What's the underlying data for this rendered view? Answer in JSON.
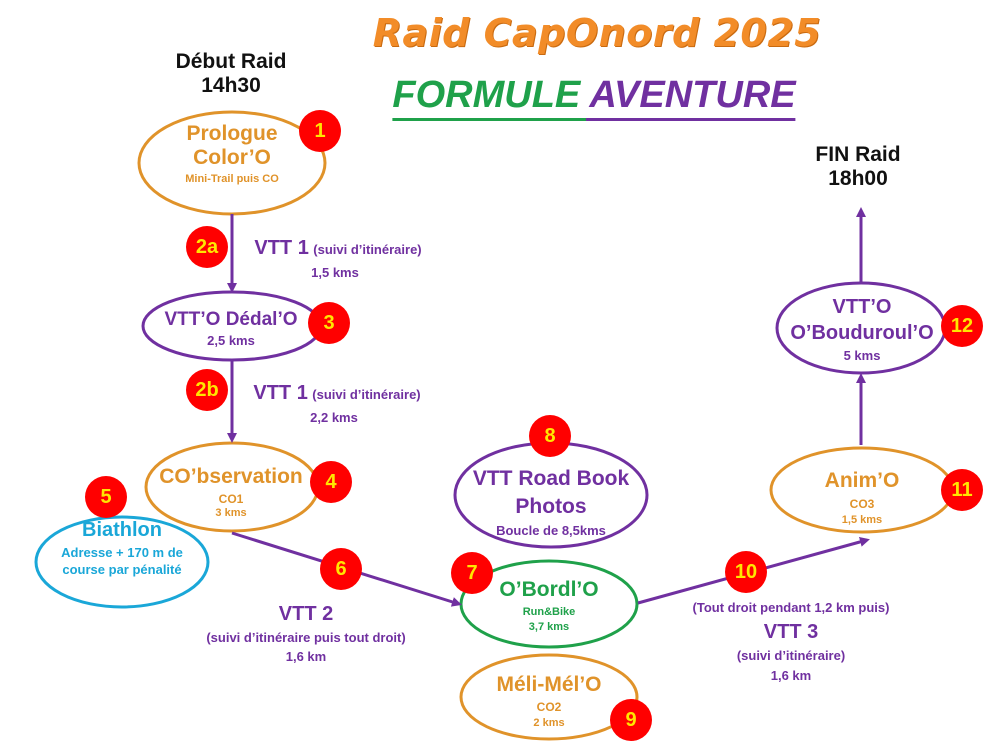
{
  "title": "Raid CapOnord 2025",
  "subtitle_green": "FORMULE ",
  "subtitle_purple": "AVENTURE",
  "start": {
    "line1": "Début Raid",
    "line2": "14h30"
  },
  "end": {
    "line1": "FIN Raid",
    "line2": "18h00"
  },
  "nodes": {
    "prologue": {
      "line1": "Prologue",
      "line2": "Color’O",
      "line3": "Mini-Trail puis CO",
      "badge": "1"
    },
    "dedalo": {
      "line1": "VTT’O Dédal’O",
      "line2": "2,5 kms",
      "badge": "3"
    },
    "observation": {
      "line1": "CO’bservation",
      "line2": "CO1",
      "line3": "3 kms",
      "badge": "4"
    },
    "biathlon": {
      "line1": "Biathlon",
      "line2": "Adresse + 170 m de",
      "line3": "course par pénalité",
      "badge": "5"
    },
    "roadbook": {
      "line1": "VTT Road Book",
      "line2": "Photos",
      "line3": "Boucle de 8,5kms",
      "badge": "8"
    },
    "obordlo": {
      "line1": "O’Bordl’O",
      "line2": "Run&Bike",
      "line3": "3,7 kms",
      "badge": "7"
    },
    "melimelo": {
      "line1": "Méli-Mél’O",
      "line2": "CO2",
      "line3": "2 kms",
      "badge": "9"
    },
    "animo": {
      "line1": "Anim’O",
      "line2": "CO3",
      "line3": "1,5 kms",
      "badge": "11"
    },
    "bouduroulo": {
      "line1": "VTT’O",
      "line2": "O’Bouduroul’O",
      "line3": "5 kms",
      "badge": "12"
    }
  },
  "edges": {
    "e2a": {
      "badge": "2a",
      "main": "VTT 1",
      "paren": "(suivi d’itinéraire)",
      "dist": "1,5 kms"
    },
    "e2b": {
      "badge": "2b",
      "main": "VTT 1",
      "paren": "(suivi d’itinéraire)",
      "dist": "2,2 kms"
    },
    "e6": {
      "badge": "6",
      "main": "VTT 2",
      "paren": "(suivi d’itinéraire puis tout droit)",
      "dist": "1,6 km"
    },
    "e10": {
      "badge": "10",
      "pre": "(Tout droit pendant 1,2 km puis)",
      "main": "VTT 3",
      "paren": "(suivi d’itinéraire)",
      "dist": "1,6 km"
    }
  },
  "colors": {
    "orange": "#e0932a",
    "purple": "#7030a0",
    "green": "#1fa14a",
    "blue": "#1aa7d8",
    "red": "#ff0000",
    "yellow": "#ffe600"
  }
}
